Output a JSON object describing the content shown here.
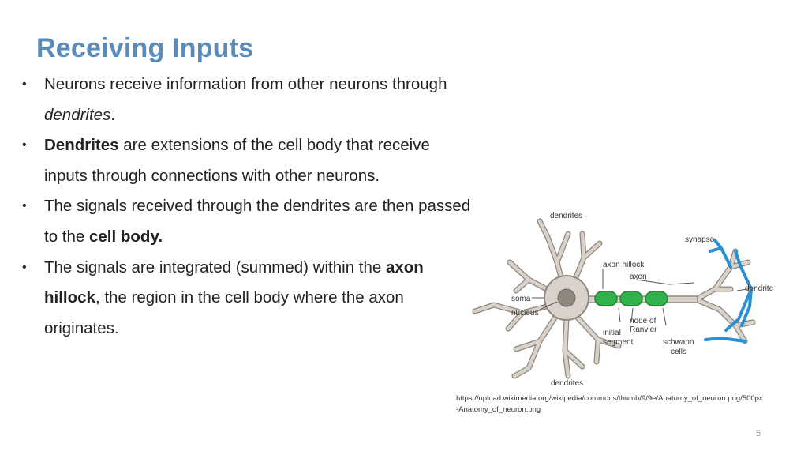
{
  "slide": {
    "title": "Receiving Inputs",
    "page_number": "5"
  },
  "bullets": [
    {
      "t1": "Neurons receive information from other neurons through ",
      "em": "dendrites",
      "t2": "."
    },
    {
      "b1": "Dendrites",
      "t1": " are extensions of the cell body that receive inputs through connections with other neurons."
    },
    {
      "t1": "The signals received through the dendrites are then passed to the ",
      "b1": "cell body."
    },
    {
      "t1": "The signals are integrated (summed) within the ",
      "b1": "axon hillock",
      "t2": ", the region in the cell body where the axon originates."
    }
  ],
  "figure": {
    "labels": {
      "dendrites_top": "dendrites",
      "synapse": "synapse",
      "axon_hillock": "axon hillock",
      "axon": "axon",
      "soma": "soma",
      "nucleus": "nucleus",
      "dendrite_right": "dendrite",
      "node_of": "node of",
      "ranvier": "Ranvier",
      "initial": "initial",
      "segment": "segment",
      "schwann": "schwann",
      "cells": "cells",
      "dendrites_bottom": "dendrites"
    },
    "caption_line1": "https://upload.wikimedia.org/wikipedia/commons/thumb/9/9e/Anatomy_of_neuron.png/500px",
    "caption_line2": "-Anatomy_of_neuron.png",
    "colors": {
      "neuron_fill": "#d8d2cb",
      "neuron_stroke": "#8f877e",
      "myelin": "#2fb34a",
      "synapse_blue": "#2b8fd6"
    }
  }
}
